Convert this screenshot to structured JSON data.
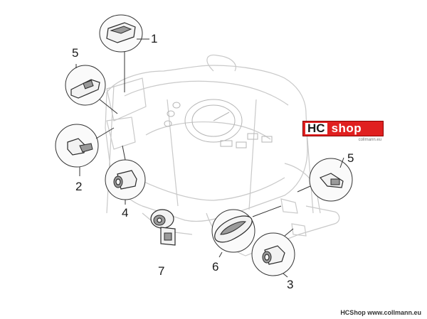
{
  "callouts": [
    "1",
    "2",
    "3",
    "4",
    "5",
    "5",
    "6",
    "7"
  ],
  "logo": {
    "hc": "HC",
    "shop": "shop",
    "small": "collmann.eu"
  },
  "footer": "HCShop www.collmann.eu"
}
